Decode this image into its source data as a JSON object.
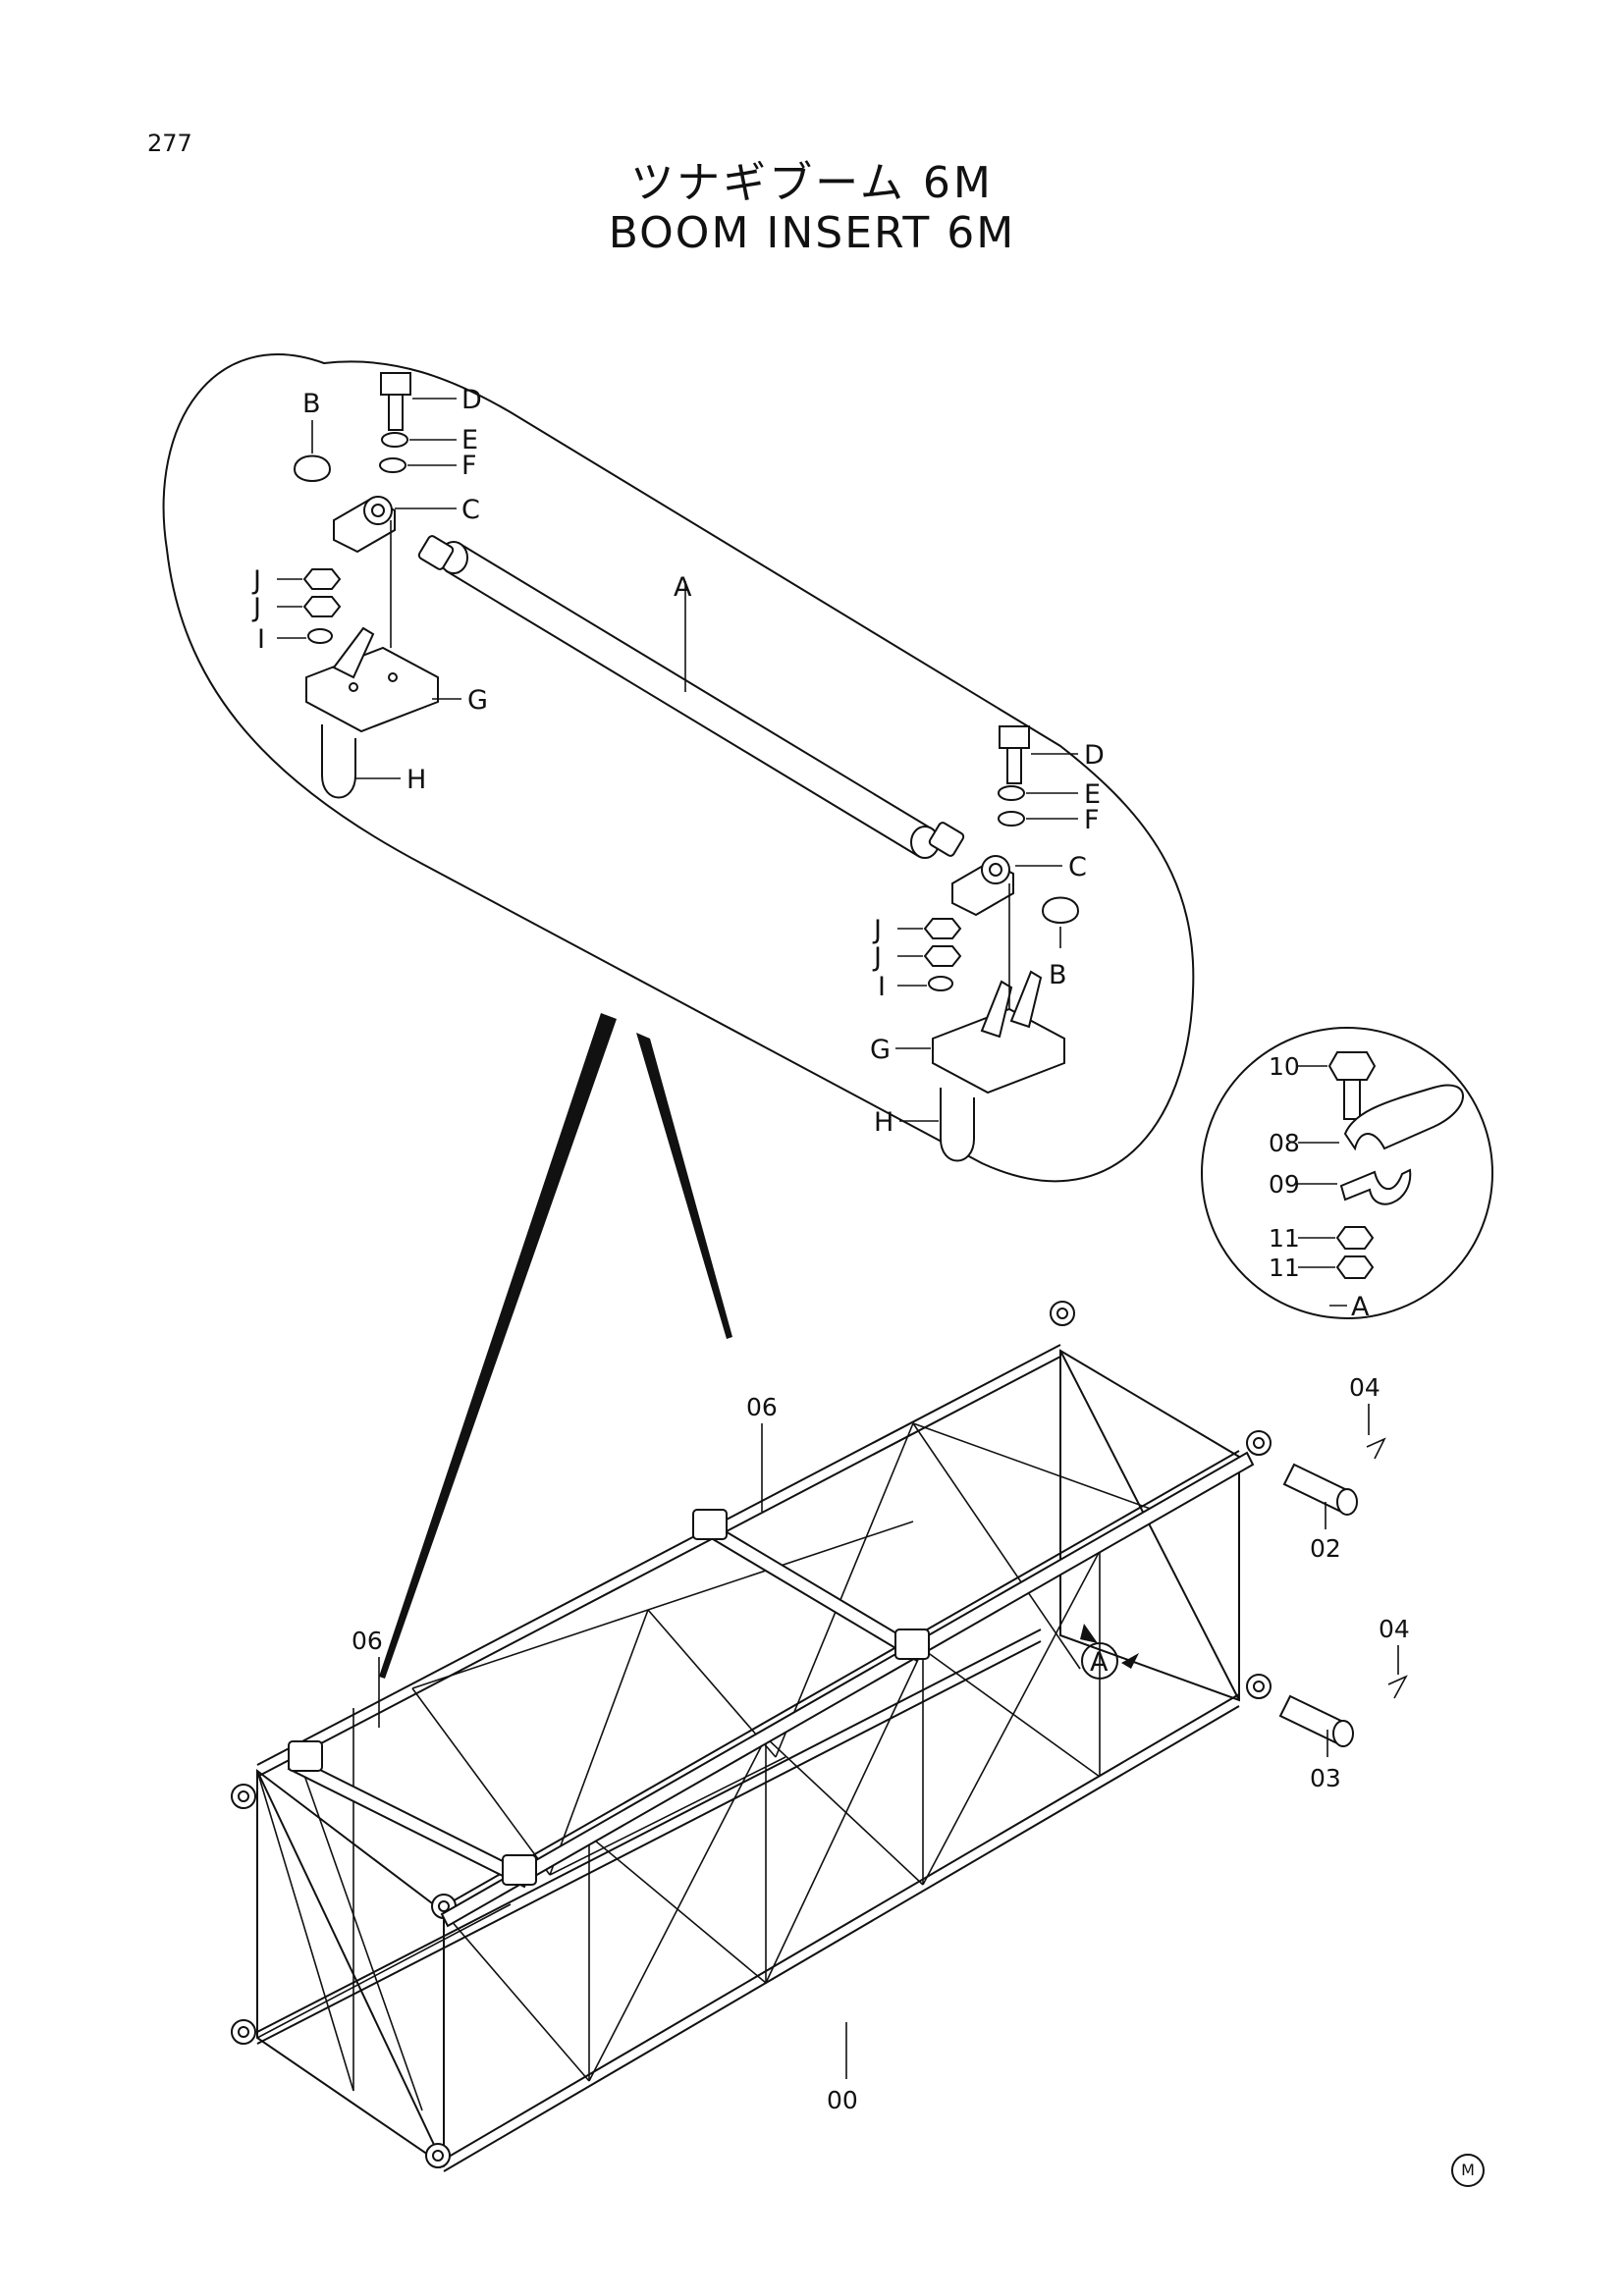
{
  "page": {
    "number": "277",
    "title_jp": "ツナギブーム 6M",
    "title_en": "BOOM INSERT 6M",
    "mark": "M"
  },
  "detail_a_labels": {
    "A": "A",
    "B": "B",
    "C": "C",
    "D": "D",
    "E": "E",
    "F": "F",
    "G": "G",
    "H": "H",
    "I": "I",
    "J": "J"
  },
  "detail_circle": {
    "callout": "A",
    "parts": {
      "bolt": "10",
      "clamp_upper": "08",
      "clamp_lower": "09",
      "nut": "11"
    }
  },
  "main_parts": {
    "boom": "00",
    "pin_front": "02",
    "pin_rear": "03",
    "clip": "04",
    "bracket": "06",
    "view_callout": "A"
  },
  "icons": [
    "bolt-icon",
    "washer-icon",
    "nut-icon",
    "pillow-block-icon",
    "u-bolt-icon",
    "clamp-icon",
    "pin-icon"
  ]
}
